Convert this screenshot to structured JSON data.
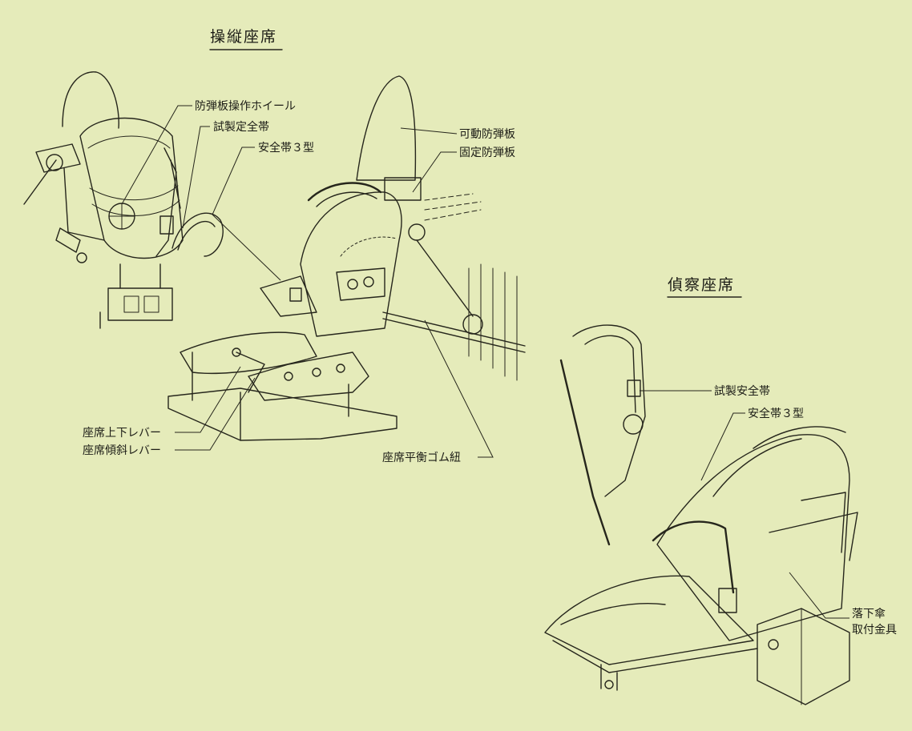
{
  "pilot_seat": {
    "title": "操縦座席",
    "labels": {
      "armor_wheel": "防弾板操作ホイール",
      "prototype_belt": "試製定全帯",
      "belt_type3": "安全帯３型",
      "movable_armor": "可動防弾板",
      "fixed_armor": "固定防弾板",
      "height_lever": "座席上下レバー",
      "tilt_lever": "座席傾斜レバー",
      "balance_cord": "座席平衡ゴム紐"
    }
  },
  "recon_seat": {
    "title": "偵察座席",
    "labels": {
      "prototype_belt": "試製安全帯",
      "belt_type3": "安全帯３型",
      "parachute_fitting_1": "落下傘",
      "parachute_fitting_2": "取付金具"
    }
  },
  "colors": {
    "background": "#e5ebba",
    "ink": "#26261c"
  }
}
